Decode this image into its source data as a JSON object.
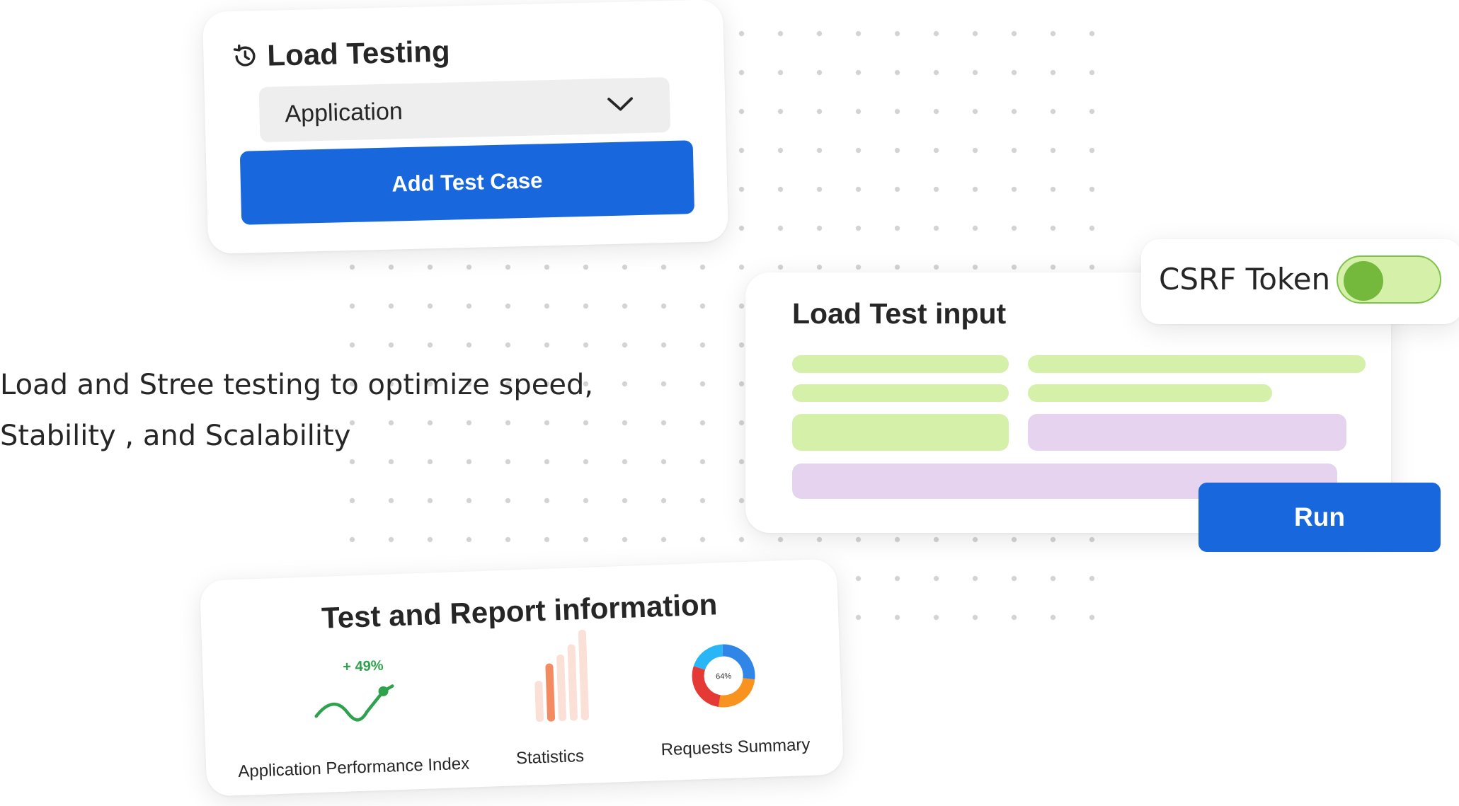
{
  "load_testing_card": {
    "title": "Load Testing",
    "title_icon": "history-icon",
    "select": {
      "value": "Application",
      "icon": "chevron-down-icon"
    },
    "add_button_label": "Add Test Case",
    "accent_color": "#1967dd"
  },
  "tagline": {
    "line1": "Load and Stree testing to optimize speed,",
    "line2": "Stability , and Scalability"
  },
  "load_test_input_card": {
    "title": "Load Test input",
    "run_button_label": "Run",
    "field_colors": {
      "green": "#d5f0a9",
      "purple": "#e5d3ef"
    }
  },
  "csrf": {
    "label": "CSRF Token",
    "enabled": true,
    "toggle_color": "#74b83c"
  },
  "report_card": {
    "title": "Test and Report information",
    "items": [
      {
        "label": "Application Performance Index",
        "badge": "+ 49%",
        "icon": "trend-line-icon",
        "badge_color": "#2fa24e"
      },
      {
        "label": "Statistics",
        "icon": "bar-chart-icon"
      },
      {
        "label": "Requests Summary",
        "icon": "donut-chart-icon",
        "center_text": "64%"
      }
    ]
  }
}
